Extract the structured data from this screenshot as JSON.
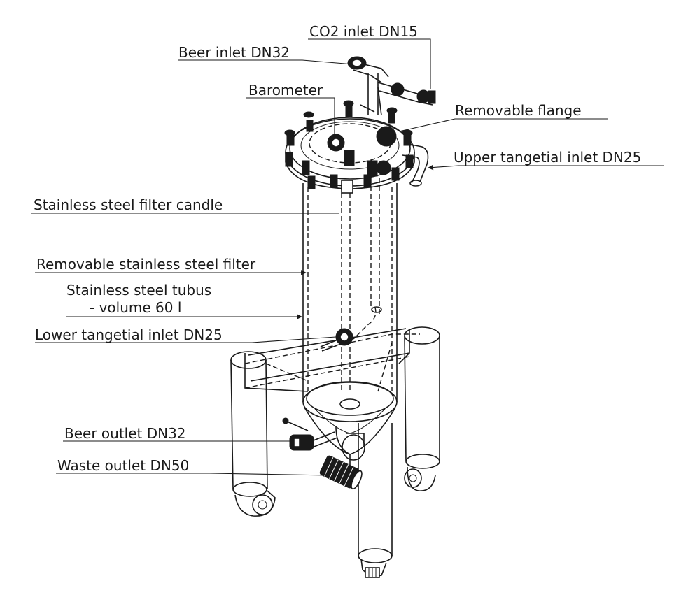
{
  "labels": {
    "co2_inlet": "CO2 inlet DN15",
    "beer_inlet": "Beer inlet DN32",
    "barometer": "Barometer",
    "removable_flange": "Removable flange",
    "upper_inlet": "Upper tangetial inlet DN25",
    "filter_candle": "Stainless steel filter candle",
    "removable_filter": "Removable stainless steel filter",
    "tubus_line1": "Stainless steel tubus",
    "tubus_line2": "- volume 60 l",
    "lower_inlet": "Lower tangetial inlet DN25",
    "beer_outlet": "Beer outlet DN32",
    "waste_outlet": "Waste outlet DN50"
  }
}
